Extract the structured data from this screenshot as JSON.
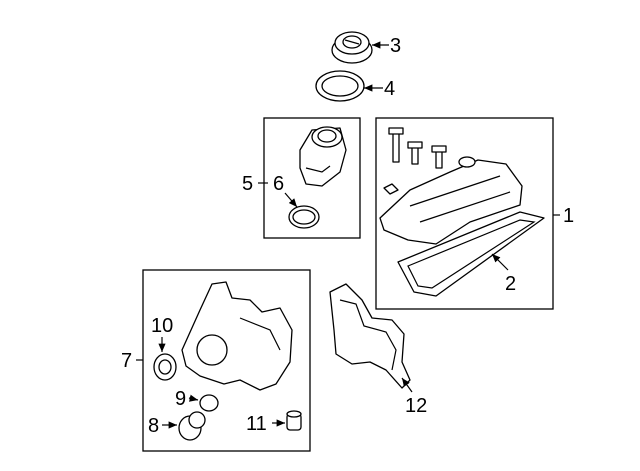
{
  "diagram": {
    "title": "Valve cover and related parts",
    "callouts": [
      {
        "id": "1",
        "label": "1",
        "part": "valve-cover-assembly"
      },
      {
        "id": "2",
        "label": "2",
        "part": "valve-cover-gasket"
      },
      {
        "id": "3",
        "label": "3",
        "part": "oil-filler-cap"
      },
      {
        "id": "4",
        "label": "4",
        "part": "cap-seal"
      },
      {
        "id": "5",
        "label": "5",
        "part": "oil-filler-neck-assembly"
      },
      {
        "id": "6",
        "label": "6",
        "part": "filler-neck-seal"
      },
      {
        "id": "7",
        "label": "7",
        "part": "timing-cover-assembly"
      },
      {
        "id": "8",
        "label": "8",
        "part": "plug"
      },
      {
        "id": "9",
        "label": "9",
        "part": "o-ring"
      },
      {
        "id": "10",
        "label": "10",
        "part": "front-seal"
      },
      {
        "id": "11",
        "label": "11",
        "part": "dowel"
      },
      {
        "id": "12",
        "label": "12",
        "part": "timing-cover-gasket"
      }
    ]
  }
}
